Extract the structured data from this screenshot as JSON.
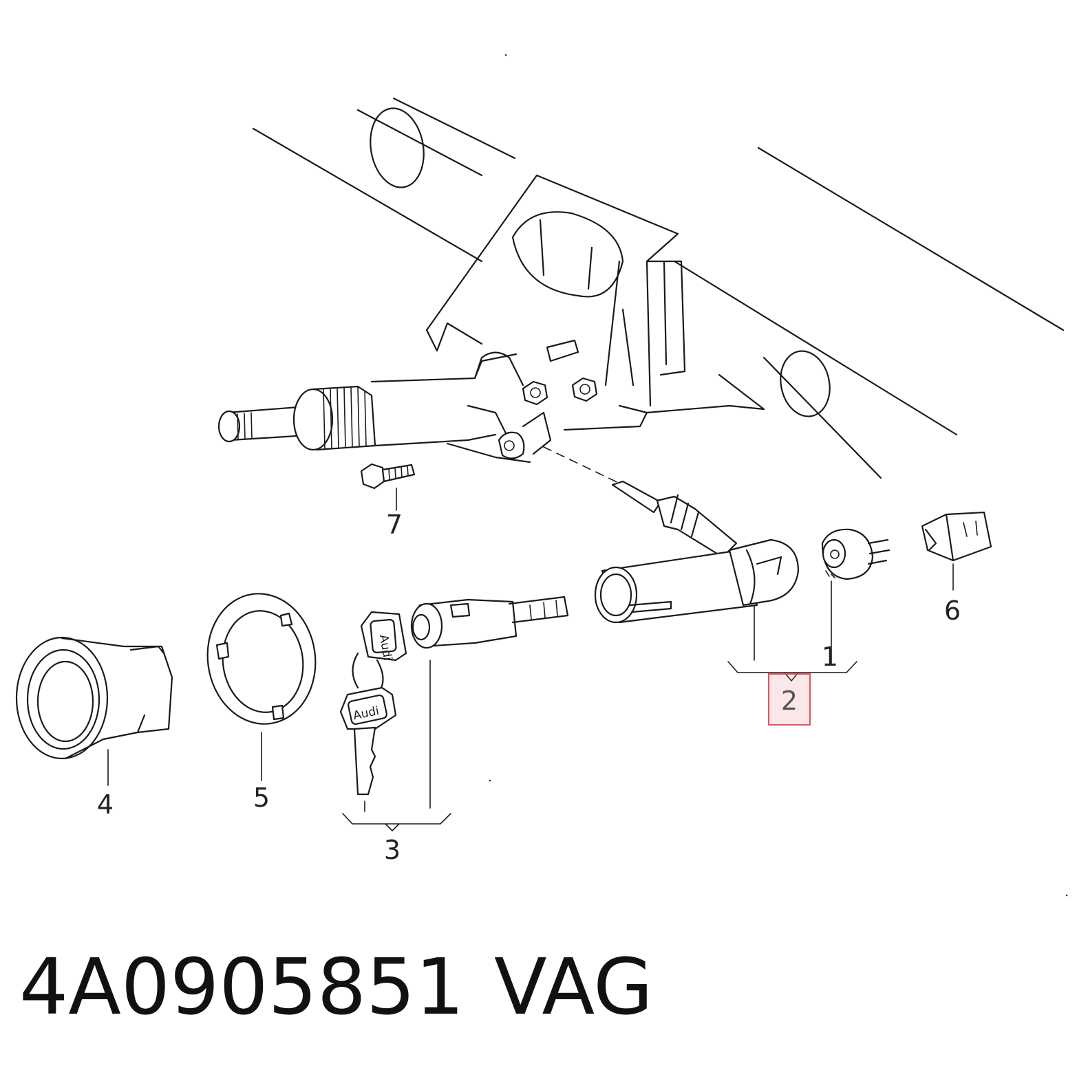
{
  "callouts": {
    "c1": "1",
    "c2": "2",
    "c3": "3",
    "c4": "4",
    "c5": "5",
    "c6": "6",
    "c7": "7"
  },
  "key_brand": "Audi",
  "highlight_color": "#e0505f",
  "footer": {
    "part_number": "4A0905851",
    "brand": "VAG"
  }
}
